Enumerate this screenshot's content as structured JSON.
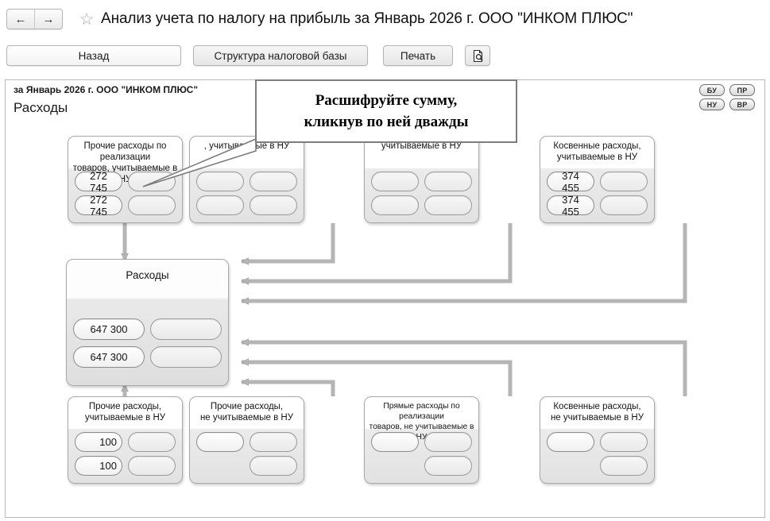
{
  "window": {
    "title": "Анализ учета по налогу на прибыль за Январь 2026 г. ООО \"ИНКОМ ПЛЮС\"",
    "nav": {
      "back_icon": "arrow-left-icon",
      "forward_icon": "arrow-right-icon",
      "favorite_icon": "star-icon"
    }
  },
  "toolbar": {
    "back_label": "Назад",
    "structure_label": "Структура налоговой базы",
    "print_label": "Печать",
    "preview_icon": "document-magnifier-icon"
  },
  "report": {
    "subheader": "за Январь 2026 г. ООО \"ИНКОМ ПЛЮС\"",
    "section_title": "Расходы",
    "legend": [
      {
        "code": "БУ"
      },
      {
        "code": "ПР"
      },
      {
        "code": "НУ"
      },
      {
        "code": "ВР"
      }
    ]
  },
  "callout": {
    "line1": "Расшифруйте сумму,",
    "line2": "кликнув по ней дважды"
  },
  "chart_data": {
    "type": "diagram",
    "title": "Расходы",
    "center_node": {
      "label": "Расходы",
      "values": [
        "647 300",
        "647 300"
      ],
      "empty_slots": 2
    },
    "top_nodes": [
      {
        "label": "Прочие расходы по реализации товаров, учитываемые в НУ",
        "values": [
          "272 745",
          "272 745"
        ],
        "pills": [
          [
            "272 745",
            ""
          ],
          [
            "272 745",
            ""
          ]
        ]
      },
      {
        "label": ", учитываемые в НУ",
        "values": [],
        "pills": [
          [
            "",
            ""
          ],
          [
            "",
            ""
          ]
        ]
      },
      {
        "label": "учитываемые в НУ",
        "values": [],
        "pills": [
          [
            "",
            ""
          ],
          [
            "",
            ""
          ]
        ]
      },
      {
        "label": "Косвенные расходы, учитываемые в НУ",
        "values": [
          "374 455",
          "374 455"
        ],
        "pills": [
          [
            "374 455",
            ""
          ],
          [
            "374 455",
            ""
          ]
        ]
      }
    ],
    "bottom_nodes": [
      {
        "label": "Прочие расходы, учитываемые в НУ",
        "values": [
          "100",
          "100"
        ],
        "pills": [
          [
            "100",
            ""
          ],
          [
            "100",
            ""
          ]
        ]
      },
      {
        "label": "Прочие расходы, не учитываемые в НУ",
        "values": [],
        "pills": [
          [
            "",
            ""
          ],
          [
            null,
            ""
          ]
        ]
      },
      {
        "label": "Прямые расходы по реализации товаров, не учитываемые в НУ",
        "values": [],
        "pills": [
          [
            "",
            ""
          ],
          [
            null,
            ""
          ]
        ]
      },
      {
        "label": "Косвенные расходы, не учитываемые в НУ",
        "values": [],
        "pills": [
          [
            "",
            ""
          ],
          [
            null,
            ""
          ]
        ]
      }
    ]
  },
  "nodes": {
    "top": [
      {
        "l1": "Прочие расходы по реализации",
        "l2": "товаров, учитываемые в НУ",
        "v1": "272 745",
        "v2": "272 745"
      },
      {
        "l1": "",
        "l2": ", учитываемые в НУ",
        "v1": "",
        "v2": ""
      },
      {
        "l1": "",
        "l2": "учитываемые в НУ",
        "v1": "",
        "v2": ""
      },
      {
        "l1": "Косвенные расходы,",
        "l2": "учитываемые в НУ",
        "v1": "374 455",
        "v2": "374 455"
      }
    ],
    "center": {
      "label": "Расходы",
      "v1": "647 300",
      "v2": "647 300"
    },
    "bottom": [
      {
        "l1": "Прочие расходы,",
        "l2": "учитываемые в НУ",
        "v1": "100",
        "v2": "100"
      },
      {
        "l1": "Прочие расходы,",
        "l2": "не учитываемые в НУ",
        "v1": "",
        "v2": ""
      },
      {
        "l1": "Прямые расходы по реализации",
        "l2": "товаров, не учитываемые в НУ",
        "v1": "",
        "v2": ""
      },
      {
        "l1": "Косвенные расходы,",
        "l2": "не учитываемые в НУ",
        "v1": "",
        "v2": ""
      }
    ]
  },
  "colors": {
    "border": "#a9a9a9",
    "wire": "#b0b0b0",
    "text": "#1a1a1a"
  }
}
